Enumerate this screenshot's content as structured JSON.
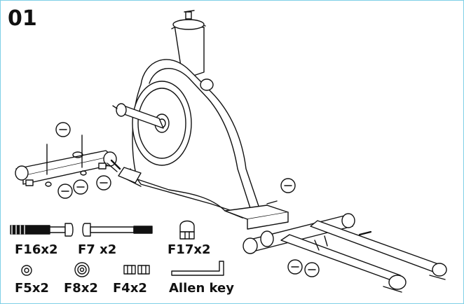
{
  "step": {
    "number": "01"
  },
  "parts": {
    "f16": "F16x2",
    "f7": "F7 x2",
    "f17": "F17x2",
    "f5": "F5x2",
    "f8": "F8x2",
    "f4": "F4x2",
    "allen": "Allen key"
  },
  "colors": {
    "frame_border": "#7fd0e6",
    "ink": "#111111"
  }
}
